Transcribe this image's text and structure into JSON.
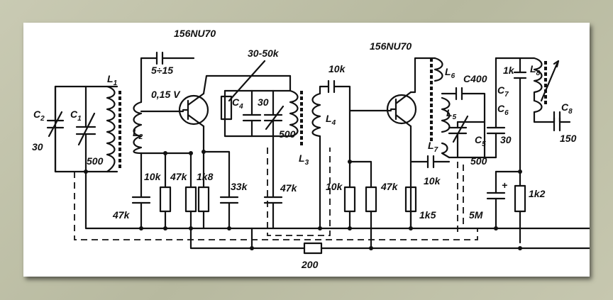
{
  "components": {
    "transistor_1": "156NU70",
    "transistor_2": "156NU70",
    "c2": "C",
    "c2_sub": "2",
    "c2_value": "30",
    "c1": "C",
    "c1_sub": "1",
    "c1_value": "500",
    "l1": "L",
    "l1_sub": "1",
    "l2": "L",
    "l2_sub": "2",
    "coupling_cap": "5÷15",
    "bias_voltage": "0,15 V",
    "trim_resistor": "30-50k",
    "c4": "C",
    "c4_sub": "4",
    "c3_value": "30",
    "c3b_value": "500",
    "l3": "L",
    "l3_sub": "3",
    "l4": "L",
    "l4_sub": "4",
    "cap_10k_top": "10k",
    "r_10k": "10k",
    "r_47k_a": "47k",
    "r_1k8": "1k8",
    "c_33k": "33k",
    "c_47k_left": "47k",
    "c_47k_mid": "47k",
    "r_10k_b": "10k",
    "r_47k_b": "47k",
    "c_10k_b": "10k",
    "r_1k5": "1k5",
    "l6": "L",
    "l6_sub": "6",
    "c_400_prefix": "C",
    "c_400_sub": "",
    "c_400": "400",
    "l5": "L",
    "l5_sub": "5",
    "c5": "C",
    "c5_sub": "5",
    "c5_value": "30",
    "l7": "L",
    "l7_sub": "7",
    "c_500": "500",
    "c_1k": "1k",
    "l8": "L",
    "l8_sub": "8",
    "c7": "C",
    "c7_sub": "7",
    "c6": "C",
    "c6_sub": "6",
    "c8": "C",
    "c8_sub": "8",
    "c8_value": "150",
    "elko": "5M",
    "elko_plus": "+",
    "r_1k2": "1k2",
    "r_200": "200"
  }
}
